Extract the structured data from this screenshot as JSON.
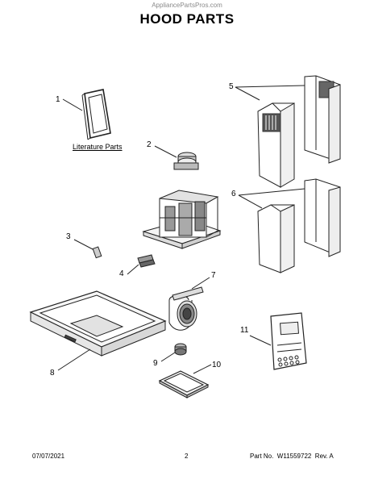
{
  "header": {
    "watermark": "AppliancePartsPros.com",
    "title": "HOOD PARTS"
  },
  "parts": [
    {
      "number": "1",
      "label": "Literature Parts"
    },
    {
      "number": "2"
    },
    {
      "number": "3"
    },
    {
      "number": "4"
    },
    {
      "number": "5"
    },
    {
      "number": "6"
    },
    {
      "number": "7"
    },
    {
      "number": "8"
    },
    {
      "number": "9"
    },
    {
      "number": "10"
    },
    {
      "number": "11"
    }
  ],
  "footer": {
    "date": "07/07/2021",
    "page": "2",
    "part_no": "Part No.  W11559722  Rev. A"
  }
}
